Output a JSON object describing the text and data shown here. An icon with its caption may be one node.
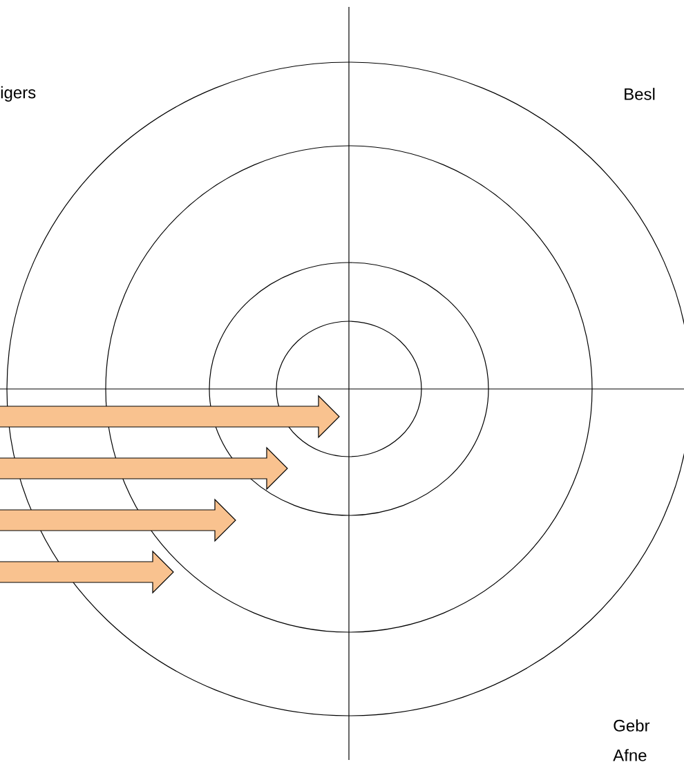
{
  "diagram": {
    "labels": [
      "igers",
      "Besl",
      "Gebr",
      "Afne"
    ]
  }
}
